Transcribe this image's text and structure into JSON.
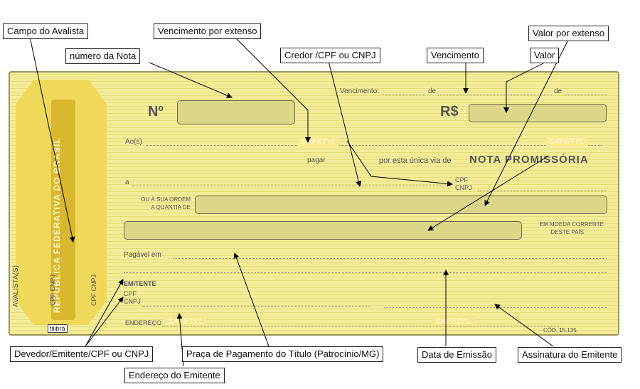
{
  "callouts": {
    "campo_avalista": "Campo do Avalista",
    "vencimento_extenso": "Vencimento por extenso",
    "valor_extenso": "Valor por extenso",
    "numero_nota": "número da Nota",
    "credor": "Credor /CPF ou CNPJ",
    "vencimento": "Vencimento",
    "valor": "Valor",
    "devedor": "Devedor/Emitente/CPF ou CNPJ",
    "praca": "Praça de Pagamento do Título (Patrocínio/MG)",
    "data_emissao": "Data de Emissão",
    "assinatura": "Assinatura do Emitente",
    "endereco": "Endereço do Emitente"
  },
  "note": {
    "seal_text": "REPUBLICA FEDERATIVA DO BRASIL",
    "cpf_cnpj": "CPF    CNPJ",
    "avalista": "AVALISTA(S)",
    "numero_label": "Nº",
    "vencimento_label": "Vencimento:",
    "de1": "de",
    "de2": "de",
    "rs_label": "R$",
    "aos_label": "Ao(s)",
    "pagar_label": "pagar",
    "por_esta": "por esta única via de",
    "nota_promissoria": "NOTA PROMISSÓRIA",
    "a_label": "a",
    "cpf_label": "CPF",
    "cnpj_label": "CNPJ",
    "ordem_line1": "OU À SUA ORDEM",
    "ordem_line2": "A QUANTIA DE",
    "moeda_line1": "EM MOEDA CORRENTE",
    "moeda_line2": "DESTE PAÍS",
    "pagavel_label": "Pagável em",
    "emitente_label": "EMITENTE",
    "emitente_cpf": "CPF",
    "emitente_cnpj": "CNPJ",
    "endereco_label": "ENDEREÇO",
    "safetyl": "SAFETYL",
    "tilibra": "tilibra",
    "cod": "CÓD. 15.135"
  },
  "colors": {
    "paper": "#f3ec9a",
    "field": "#dcd688",
    "seal": "#f0d95a"
  }
}
